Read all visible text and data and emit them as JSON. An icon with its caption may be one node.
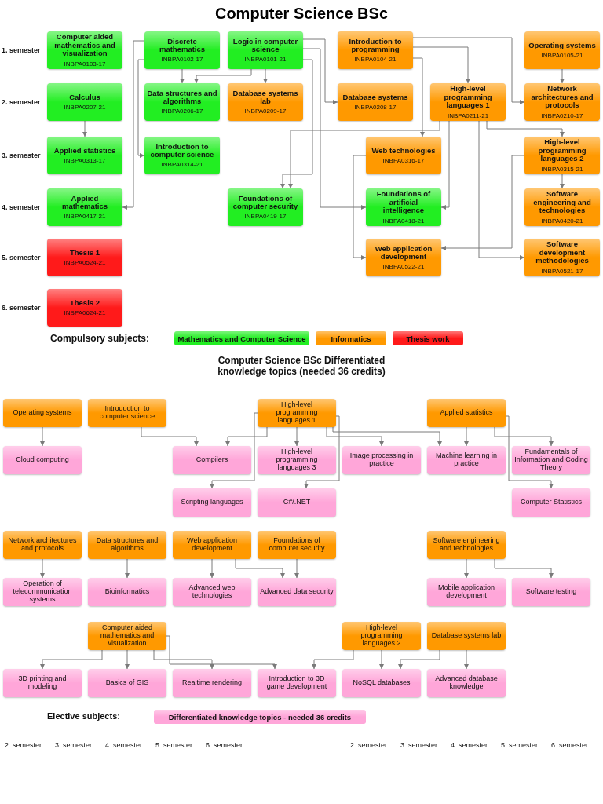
{
  "diagram": {
    "title": "Computer Science BSc",
    "nodes": [
      {
        "text": [
          "Computer aided mathematics and visualization",
          "INBPA0103-17"
        ]
      },
      {
        "text": [
          "Discrete mathematics",
          "INBPA0102-17"
        ]
      },
      {
        "text": [
          "Logic in computer science",
          "INBPA0101-21"
        ]
      },
      {
        "text": [
          "Introduction to programming",
          "INBPA0104-21"
        ]
      },
      {
        "text": [
          "Operating systems",
          "INBPA0105-21"
        ]
      },
      {
        "text": [
          "Calculus",
          "INBPA0207-21"
        ]
      },
      {
        "text": [
          "Data structures and algorithms",
          "INBPA0206-17"
        ]
      },
      {
        "text": [
          "Database systems lab",
          "INBPA0209-17"
        ]
      },
      {
        "text": [
          "Database systems",
          "INBPA0208-17"
        ]
      },
      {
        "text": [
          "High-level programming languages 1",
          "INBPA0211-21"
        ]
      },
      {
        "text": [
          "Network architectures and protocols",
          "INBPA0210-17"
        ]
      },
      {
        "text": [
          "Applied statistics",
          "INBPA0313-17"
        ]
      },
      {
        "text": [
          "Introduction to computer science",
          "INBPA0314-21"
        ]
      },
      {
        "text": [
          "Web technologies",
          "INBPA0316-17"
        ]
      },
      {
        "text": [
          "High-level programming languages 2",
          "INBPA0315-21"
        ]
      },
      {
        "text": [
          "Applied mathematics",
          "INBPA0417-21"
        ]
      },
      {
        "text": [
          "Foundations of computer security",
          "INBPA0419-17"
        ]
      },
      {
        "text": [
          "Foundations of artificial intelligence",
          "INBPA0418-21"
        ]
      },
      {
        "text": [
          "Software engineering and technologies",
          "INBPA0420-21"
        ]
      },
      {
        "text": [
          "Thesis 1",
          "INBPA0524-21"
        ]
      },
      {
        "text": [
          "Web application development",
          "INBPA0522-21"
        ]
      },
      {
        "text": [
          "Software development methodologies",
          "INBPA0521-17"
        ]
      },
      {
        "text": [
          "Thesis 2",
          "INBPA0624-21"
        ]
      },
      {
        "text": [
          "Operating systems"
        ]
      },
      {
        "text": [
          "Network architectures and protocols"
        ]
      },
      {
        "text": [
          "Data structures and algorithms"
        ]
      },
      {
        "text": [
          "Introduction to computer science"
        ]
      },
      {
        "text": [
          "High-level programming languages 1"
        ]
      },
      {
        "text": [
          "Applied statistics"
        ]
      },
      {
        "text": [
          "Web application development"
        ]
      },
      {
        "text": [
          "Foundations of computer security"
        ]
      },
      {
        "text": [
          "Software engineering and technologies"
        ]
      },
      {
        "text": [
          "Computer aided mathematics and visualization"
        ]
      },
      {
        "text": [
          "High-level programming languages 2"
        ]
      },
      {
        "text": [
          "Database systems lab"
        ]
      },
      {
        "text": [
          "Cloud computing"
        ]
      },
      {
        "text": [
          "3D printing and modeling"
        ]
      },
      {
        "text": [
          "Basics of GIS"
        ]
      },
      {
        "text": [
          "Realtime rendering"
        ]
      },
      {
        "text": [
          "Operation of telecommunication systems"
        ]
      },
      {
        "text": [
          "Bioinformatics"
        ]
      },
      {
        "text": [
          "Compilers"
        ]
      },
      {
        "text": [
          "High-level programming languages 3"
        ]
      },
      {
        "text": [
          "Image processing in practice"
        ]
      },
      {
        "text": [
          "Scripting languages"
        ]
      },
      {
        "text": [
          "C#/.NET"
        ]
      },
      {
        "text": [
          "Machine learning in practice"
        ]
      },
      {
        "text": [
          "Fundamentals of Information and Coding Theory"
        ]
      },
      {
        "text": [
          "Introduction to 3D game development"
        ]
      },
      {
        "text": [
          "NoSQL databases"
        ]
      },
      {
        "text": [
          "Advanced database knowledge"
        ]
      },
      {
        "text": [
          "Computer Statistics"
        ]
      },
      {
        "text": [
          "Mobile application development"
        ]
      },
      {
        "text": [
          "Software testing"
        ]
      },
      {
        "text": [
          "Advanced web technologies"
        ]
      },
      {
        "text": [
          "Advanced data security"
        ]
      }
    ],
    "edges": [
      {
        "from": 1,
        "to": 6,
        "arrow": "to"
      },
      {
        "from": 2,
        "to": 6,
        "arrow": "to"
      },
      {
        "from": 2,
        "to": 7,
        "arrow": "to"
      },
      {
        "from": 1,
        "to": 15,
        "arrow": "to"
      },
      {
        "from": 1,
        "to": 12,
        "arrow": "to"
      },
      {
        "from": 5,
        "to": 11,
        "arrow": "to"
      },
      {
        "from": 2,
        "to": 8,
        "arrow": "to"
      },
      {
        "from": 2,
        "to": 17,
        "arrow": "to"
      },
      {
        "from": 2,
        "to": 16,
        "arrow": "to"
      },
      {
        "from": 3,
        "to": 9,
        "arrow": "to"
      },
      {
        "from": 3,
        "to": 10,
        "arrow": "to"
      },
      {
        "from": 3,
        "to": 13,
        "arrow": "to"
      },
      {
        "from": 4,
        "to": 10,
        "arrow": "to"
      },
      {
        "from": 9,
        "to": 17,
        "arrow": "to"
      },
      {
        "from": 9,
        "to": 14,
        "arrow": "to"
      },
      {
        "from": 9,
        "to": 21,
        "arrow": "to"
      },
      {
        "from": 9,
        "to": 16,
        "arrow": "to"
      },
      {
        "from": 13,
        "to": 20,
        "arrow": "to"
      },
      {
        "from": 14,
        "to": 20,
        "arrow": "to"
      },
      {
        "from": 14,
        "to": 18,
        "arrow": "to"
      },
      {
        "from": 23,
        "to": 35,
        "arrow": "to"
      },
      {
        "from": 32,
        "to": 36,
        "arrow": "to"
      },
      {
        "from": 32,
        "to": 37,
        "arrow": "to"
      },
      {
        "from": 32,
        "to": 38,
        "arrow": "to"
      },
      {
        "from": 24,
        "to": 39,
        "arrow": "to"
      },
      {
        "from": 25,
        "to": 40,
        "arrow": "to"
      },
      {
        "from": 26,
        "to": 41,
        "arrow": "to"
      },
      {
        "from": 27,
        "to": 41,
        "arrow": "to"
      },
      {
        "from": 27,
        "to": 42,
        "arrow": "to"
      },
      {
        "from": 27,
        "to": 43,
        "arrow": "to"
      },
      {
        "from": 27,
        "to": 44,
        "arrow": "to"
      },
      {
        "from": 27,
        "to": 45,
        "arrow": "to"
      },
      {
        "from": 27,
        "to": 46,
        "arrow": "to"
      },
      {
        "from": 28,
        "to": 46,
        "arrow": "to"
      },
      {
        "from": 28,
        "to": 47,
        "arrow": "to"
      },
      {
        "from": 32,
        "to": 48,
        "arrow": "to"
      },
      {
        "from": 33,
        "to": 48,
        "arrow": "to"
      },
      {
        "from": 33,
        "to": 49,
        "arrow": "to"
      },
      {
        "from": 34,
        "to": 49,
        "arrow": "to"
      },
      {
        "from": 34,
        "to": 50,
        "arrow": "to"
      },
      {
        "from": 28,
        "to": 51,
        "arrow": "to"
      },
      {
        "from": 31,
        "to": 52,
        "arrow": "to"
      },
      {
        "from": 31,
        "to": 53,
        "arrow": "to"
      },
      {
        "from": 29,
        "to": 54,
        "arrow": "to"
      },
      {
        "from": 29,
        "to": 55,
        "arrow": "to"
      },
      {
        "from": 30,
        "to": 55,
        "arrow": "to"
      }
    ],
    "labels": [
      "1. semester",
      "2. semester",
      "3. semester",
      "4. semester",
      "5. semester",
      "6. semester",
      "Compulsory subjects:",
      "Computer Science BSc Differentiated knowledge topics (needed 36 credits)",
      "2. semester",
      "3. semester",
      "4. semester",
      "5. semester",
      "6. semester",
      "2. semester",
      "3. semester",
      "4. semester",
      "5. semester",
      "6. semester",
      "Elective subjects:"
    ],
    "legend": [
      {
        "text": "Mathematics and Computer Science",
        "color": "#22ee22"
      },
      {
        "text": "Informatics",
        "color": "#ff9900"
      },
      {
        "text": "Thesis work",
        "color": "#ff1a1a"
      },
      {
        "text": "Differentiated knowledge topics - needed 36 credits",
        "color": "#ffa6d9"
      }
    ]
  }
}
